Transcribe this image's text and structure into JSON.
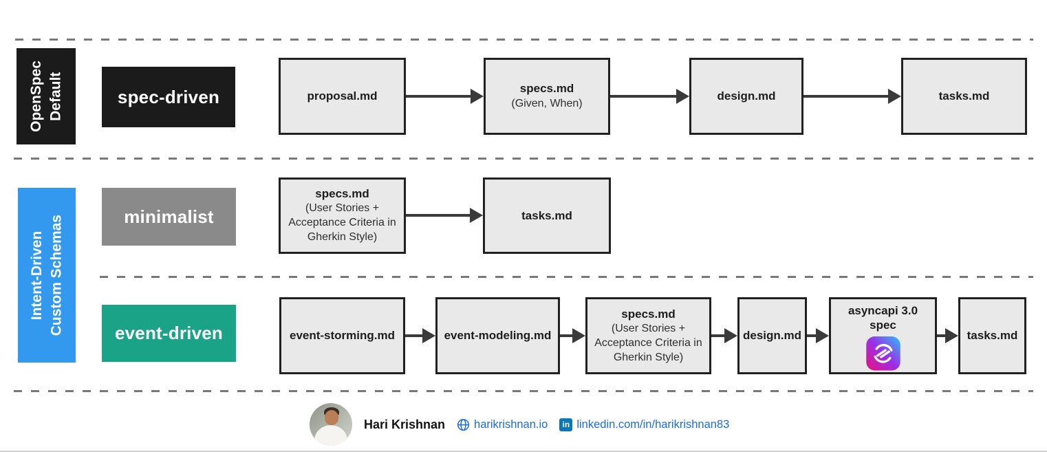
{
  "groups": {
    "openspec": {
      "label_line1": "OpenSpec",
      "label_line2": "Default"
    },
    "custom": {
      "label_line1": "Intent-Driven",
      "label_line2": "Custom Schemas"
    }
  },
  "lanes": {
    "spec_driven": {
      "label": "spec-driven",
      "nodes": [
        {
          "title": "proposal.md"
        },
        {
          "title": "specs.md",
          "subtitle": "(Given, When)"
        },
        {
          "title": "design.md"
        },
        {
          "title": "tasks.md"
        }
      ]
    },
    "minimalist": {
      "label": "minimalist",
      "nodes": [
        {
          "title": "specs.md",
          "subtitle": "(User Stories + Acceptance Criteria in Gherkin Style)"
        },
        {
          "title": "tasks.md"
        }
      ]
    },
    "event_driven": {
      "label": "event-driven",
      "nodes": [
        {
          "title": "event-storming.md"
        },
        {
          "title": "event-modeling.md"
        },
        {
          "title": "specs.md",
          "subtitle": "(User Stories + Acceptance Criteria in Gherkin Style)"
        },
        {
          "title": "design.md"
        },
        {
          "title": "asyncapi 3.0 spec",
          "icon": "asyncapi-logo"
        },
        {
          "title": "tasks.md"
        }
      ]
    }
  },
  "footer": {
    "name": "Hari Krishnan",
    "website": "harikrishnan.io",
    "linkedin": "linkedin.com/in/harikrishnan83",
    "linkedin_glyph": "in"
  },
  "colors": {
    "openspec_black": "#1b1b1b",
    "custom_blue": "#3399ef",
    "minimalist_gray": "#8a8a8a",
    "event_green": "#1aa387",
    "node_fill": "#e9e9e9",
    "node_border": "#212121",
    "arrow": "#3a3a3a",
    "link_blue": "#1b6ce0",
    "linkedin_blue": "#0a77b6"
  }
}
